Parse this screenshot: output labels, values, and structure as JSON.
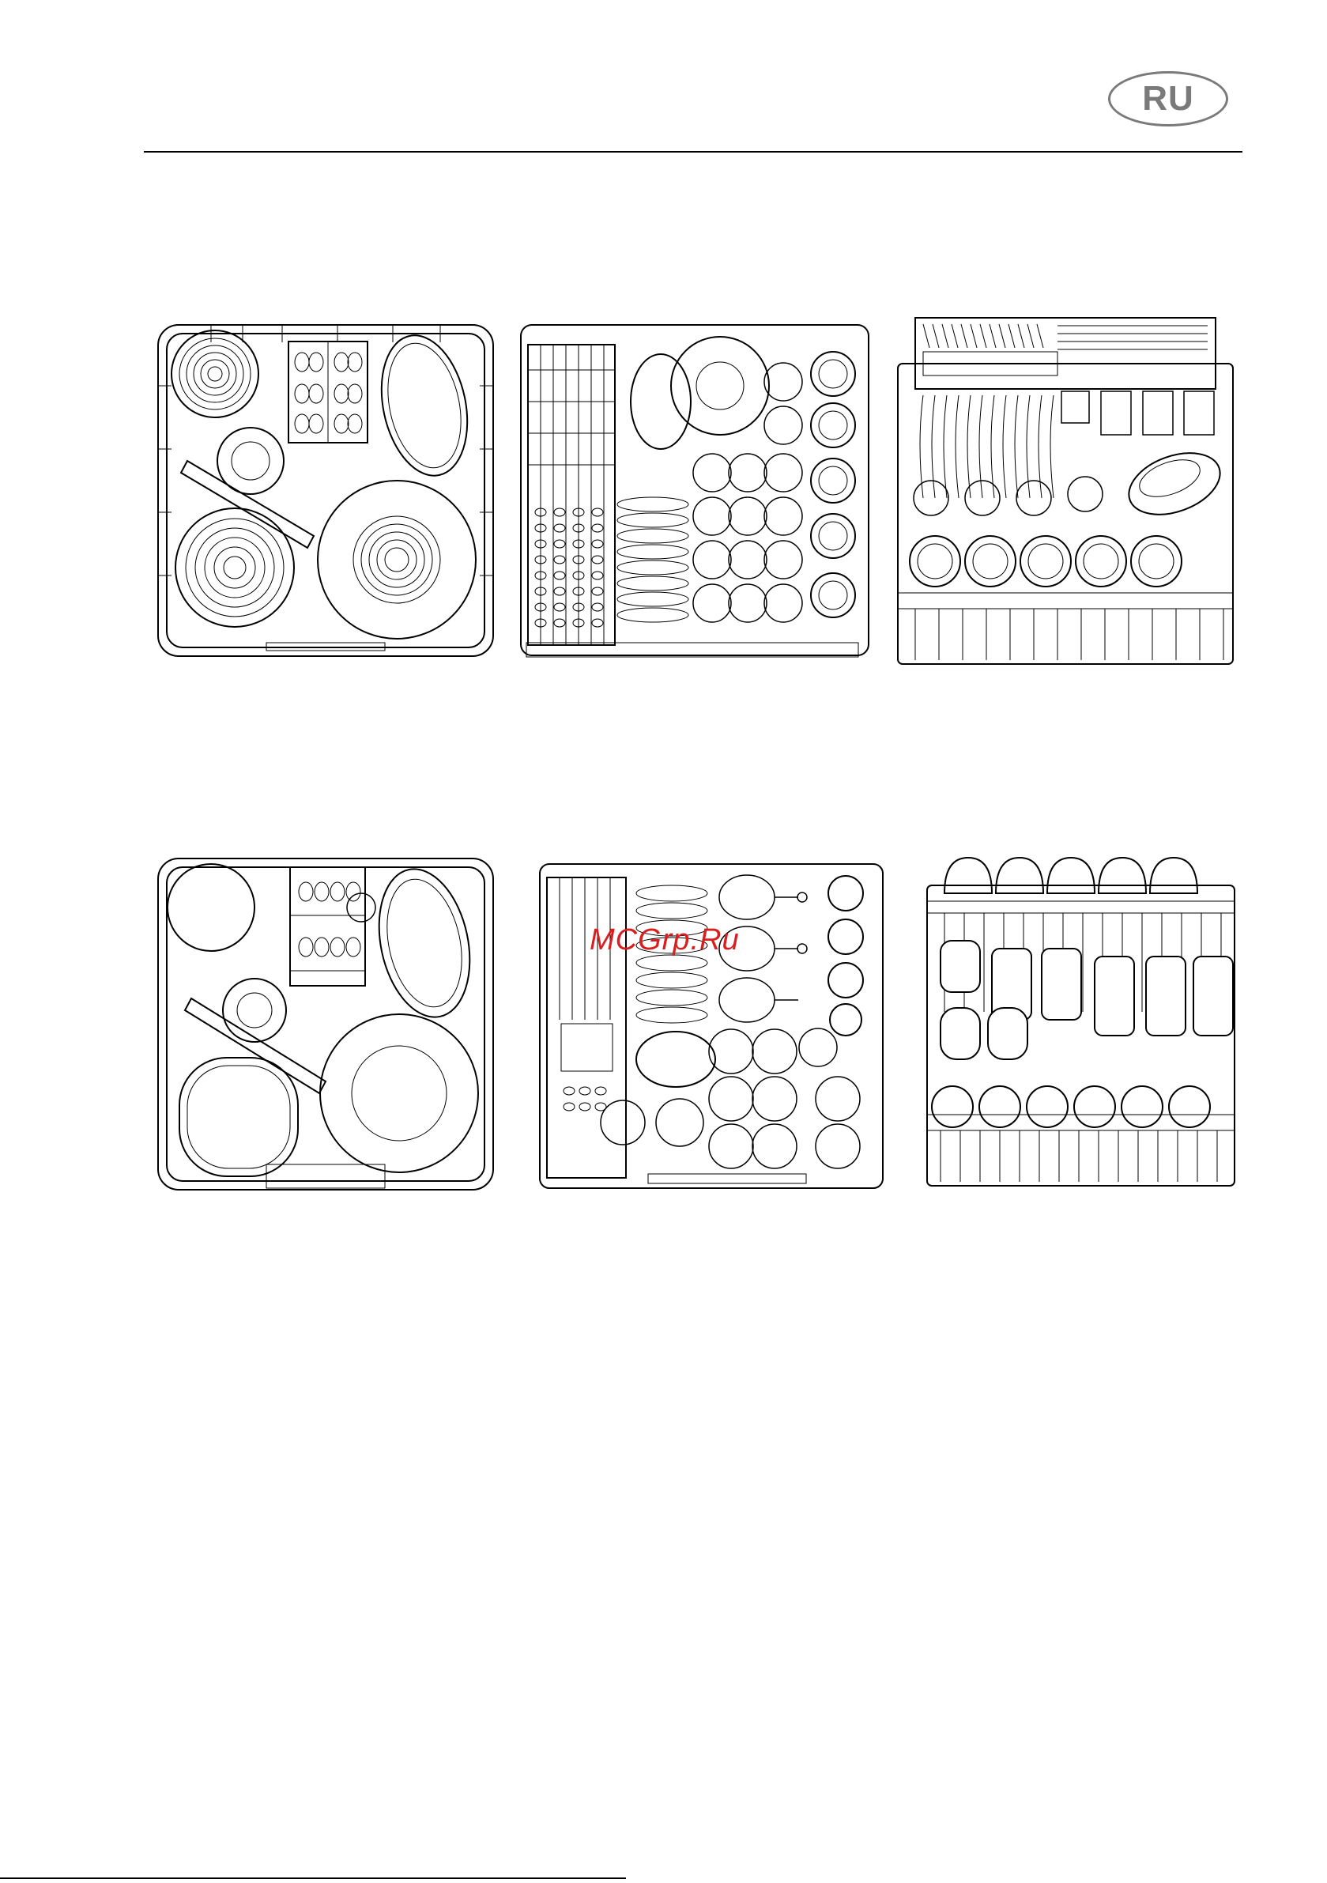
{
  "header": {
    "language_badge": "RU"
  },
  "figures": [
    {
      "name": "lower-basket-loading-1",
      "icon": "dishwasher-lower-basket-pans-plates"
    },
    {
      "name": "upper-basket-loading-1",
      "icon": "dishwasher-upper-basket-cups-plates"
    },
    {
      "name": "upper-basket-front-view-1",
      "icon": "dishwasher-basket-front-view-cutlery-cups"
    },
    {
      "name": "lower-basket-loading-2",
      "icon": "dishwasher-lower-basket-pans-plates"
    },
    {
      "name": "upper-basket-loading-2",
      "icon": "dishwasher-upper-basket-glasses-plates"
    },
    {
      "name": "upper-basket-front-view-2",
      "icon": "dishwasher-basket-front-view-cups-glasses"
    }
  ],
  "watermark": {
    "text": "MCGrp.Ru",
    "color": "#d81e1e"
  },
  "colors": {
    "line": "#000000",
    "badge": "#7a7a7a"
  }
}
